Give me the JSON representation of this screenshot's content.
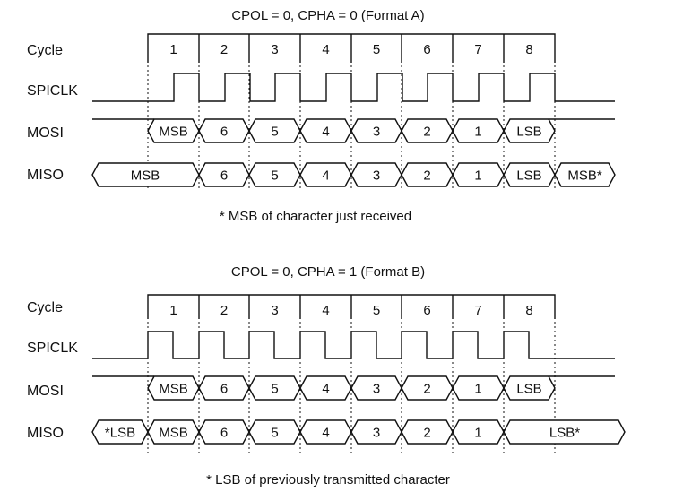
{
  "diagrams": [
    {
      "title": "CPOL = 0, CPHA = 0 (Format A)",
      "signals": [
        "Cycle",
        "SPICLK",
        "MOSI",
        "MISO"
      ],
      "cycles": [
        "1",
        "2",
        "3",
        "4",
        "5",
        "6",
        "7",
        "8"
      ],
      "mosi": [
        "MSB",
        "6",
        "5",
        "4",
        "3",
        "2",
        "1",
        "LSB"
      ],
      "miso_pre": "MSB",
      "miso": [
        "6",
        "5",
        "4",
        "3",
        "2",
        "1",
        "LSB"
      ],
      "miso_post": "MSB*",
      "note": "* MSB of character just received"
    },
    {
      "title": "CPOL = 0, CPHA = 1 (Format B)",
      "signals": [
        "Cycle",
        "SPICLK",
        "MOSI",
        "MISO"
      ],
      "cycles": [
        "1",
        "2",
        "3",
        "4",
        "5",
        "6",
        "7",
        "8"
      ],
      "mosi": [
        "MSB",
        "6",
        "5",
        "4",
        "3",
        "2",
        "1",
        "LSB"
      ],
      "miso_pre": "*LSB",
      "miso": [
        "MSB",
        "6",
        "5",
        "4",
        "3",
        "2",
        "1"
      ],
      "miso_post": "LSB*",
      "note": "* LSB of previously transmitted character"
    }
  ]
}
